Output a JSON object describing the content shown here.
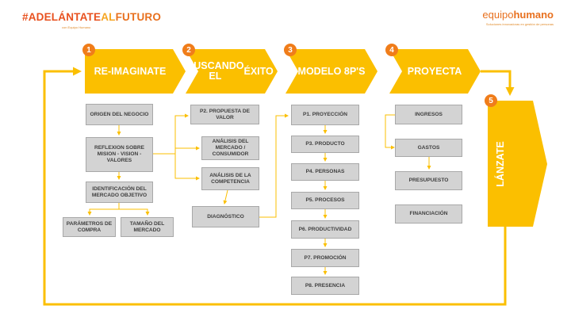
{
  "header": {
    "hashtag_parts": [
      "#ADELÁNTATE",
      "AL",
      "FUTURO"
    ],
    "hashtag_colors": [
      "#e8501e",
      "#f6a623",
      "#e8701e"
    ],
    "hashtag_sub": "con Equipo Humano",
    "logo_light": "equipo",
    "logo_bold": "humano",
    "logo_tagline": "Soluciones innovadoras en gestión de personas"
  },
  "colors": {
    "accent": "#fbbf00",
    "badge": "#f07d1a",
    "box_fill": "#d3d3d3",
    "box_border": "#a8a8a8",
    "box_text": "#3f3f3f"
  },
  "steps": [
    {
      "number": "1",
      "label": "RE-IMAGINATE"
    },
    {
      "number": "2",
      "label_lines": [
        "BUSCANDO EL",
        "ÉXITO"
      ]
    },
    {
      "number": "3",
      "label": "MODELO 8P'S"
    },
    {
      "number": "4",
      "label": "PROYECTA"
    },
    {
      "number": "5",
      "label": "LÁNZATE"
    }
  ],
  "col1": {
    "origen": "ORIGEN DEL NEGOCIO",
    "reflexion": "REFLEXION SOBRE MISION - VISION - VALORES",
    "identificacion": "IDENTIFICACIÓN DEL MERCADO OBJETIVO",
    "parametros": "PARÁMETROS DE COMPRA",
    "tamano": "TAMAÑO DEL MERCADO"
  },
  "col2": {
    "propuesta": "P2. PROPUESTA DE VALOR",
    "analisis_mercado": "ANÁLISIS DEL MERCADO / CONSUMIDOR",
    "analisis_competencia": "ANÁLISIS DE LA COMPETENCIA",
    "diagnostico": "DIAGNÓSTICO"
  },
  "col3": {
    "items": [
      "P1. PROYECCIÓN",
      "P3. PRODUCTO",
      "P4. PERSONAS",
      "P5. PROCESOS",
      "P6. PRODUCTIVIDAD",
      "P7. PROMOCIÓN",
      "P8. PRESENCIA"
    ]
  },
  "col4": {
    "items": [
      "INGRESOS",
      "GASTOS",
      "PRESUPUESTO",
      "FINANCIACIÓN"
    ]
  }
}
